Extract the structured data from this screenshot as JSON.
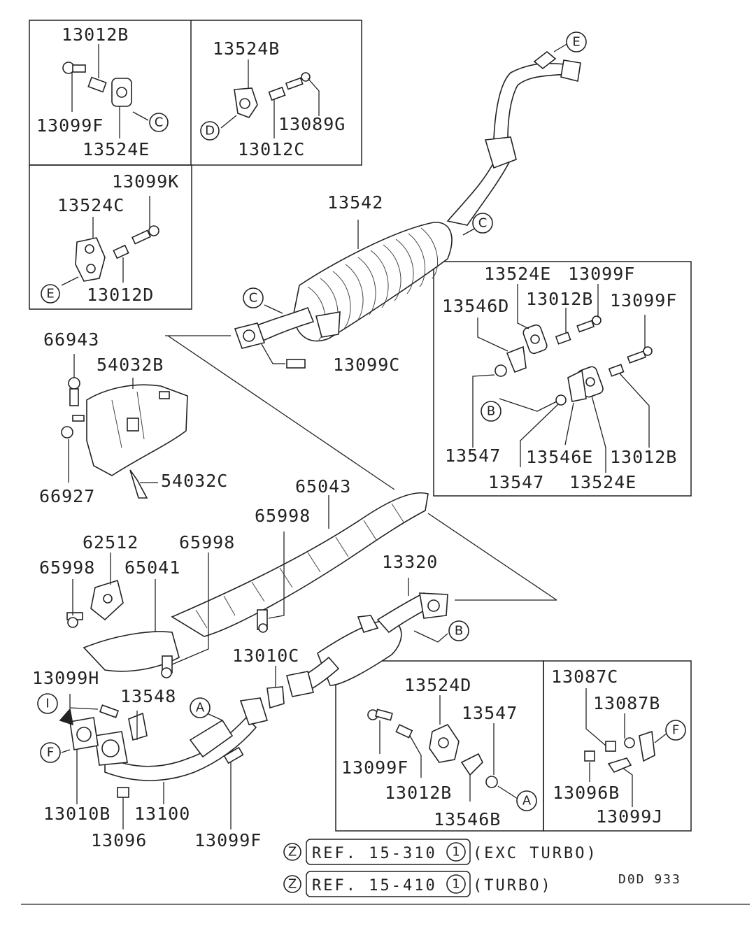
{
  "labels": {
    "p13012B_tl": "13012B",
    "p13099F_tl": "13099F",
    "p13524E_tl": "13524E",
    "p13524B": "13524B",
    "p13089G": "13089G",
    "p13012C": "13012C",
    "p13099K": "13099K",
    "p13524C": "13524C",
    "p13012D": "13012D",
    "p13542": "13542",
    "p13099C": "13099C",
    "p66943": "66943",
    "p54032B": "54032B",
    "p66927": "66927",
    "p54032C": "54032C",
    "p13524E_r1": "13524E",
    "p13099F_r1": "13099F",
    "p13546D": "13546D",
    "p13012B_r1": "13012B",
    "p13099F_r2": "13099F",
    "p13547_r1": "13547",
    "p13546E": "13546E",
    "p13012B_r2": "13012B",
    "p13547_r2": "13547",
    "p13524E_r2": "13524E",
    "p65043": "65043",
    "p65998_a": "65998",
    "p62512": "62512",
    "p65998_b": "65998",
    "p65998_c": "65998",
    "p65041": "65041",
    "p13320": "13320",
    "p13010C": "13010C",
    "p13099H": "13099H",
    "p13548": "13548",
    "p13010B": "13010B",
    "p13100": "13100",
    "p13096": "13096",
    "p13099F_b": "13099F",
    "p13524D": "13524D",
    "p13547_b": "13547",
    "p13099F_b2": "13099F",
    "p13012B_b": "13012B",
    "p13546B": "13546B",
    "p13087C": "13087C",
    "p13087B": "13087B",
    "p13096B": "13096B",
    "p13099J": "13099J"
  },
  "circles": {
    "c_tl": "C",
    "d_tm": "D",
    "e_ml": "E",
    "e_top": "E",
    "c_mid": "C",
    "c_left": "C",
    "b_right": "B",
    "b_mid": "B",
    "a_front": "A",
    "f_front": "F",
    "i_front": "I",
    "a_box": "A",
    "f_box": "F",
    "z1": "Z",
    "z2": "Z",
    "one1": "1",
    "one2": "1"
  },
  "refs": {
    "ref1": "REF. 15-310",
    "ref1_note": "(EXC TURBO)",
    "ref2": "REF. 15-410",
    "ref2_note": "(TURBO)",
    "code": "D0D 933"
  }
}
